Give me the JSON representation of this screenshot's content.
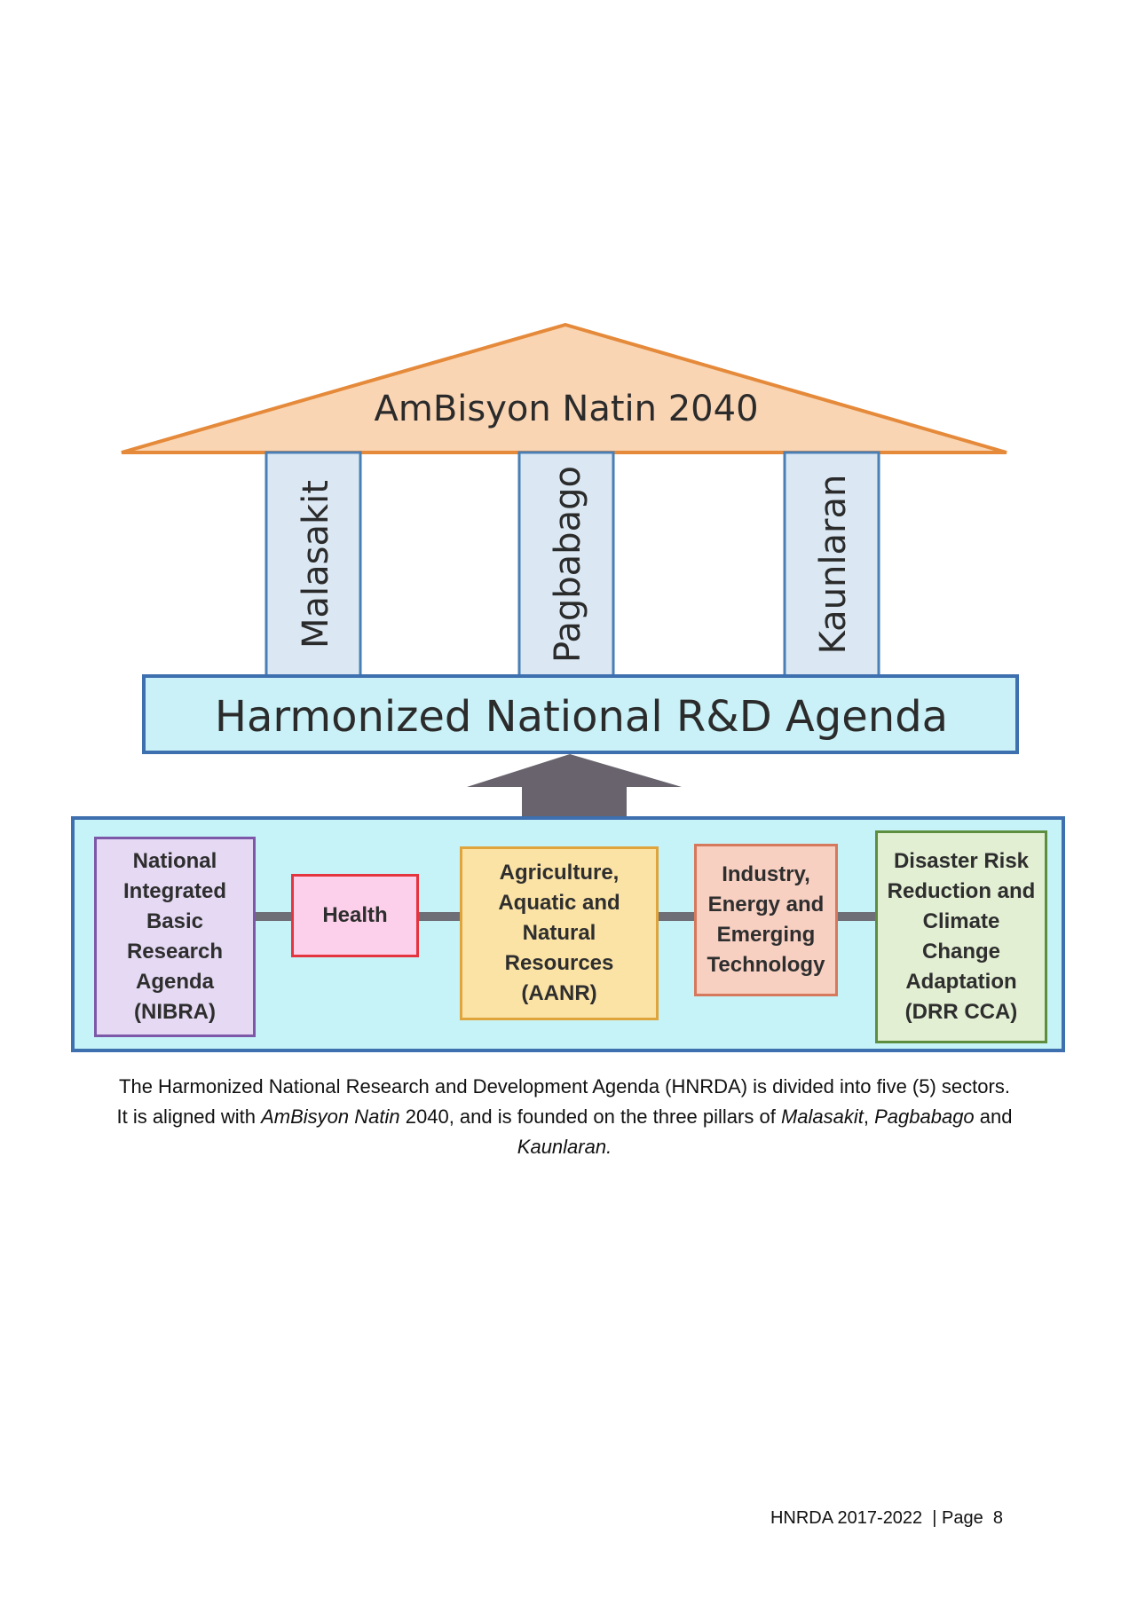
{
  "diagram": {
    "roof_title": "AmBisyon Natin 2040",
    "pillars": [
      {
        "label": "Malasakit"
      },
      {
        "label": "Pagbabago"
      },
      {
        "label": "Kaunlaran"
      }
    ],
    "agenda_title": "Harmonized National R&D Agenda",
    "sectors": [
      {
        "label": "National\nIntegrated\nBasic\nResearch\nAgenda\n(NIBRA)"
      },
      {
        "label": "Health"
      },
      {
        "label": "Agriculture,\nAquatic and\nNatural\nResources\n(AANR)"
      },
      {
        "label": "Industry,\nEnergy and\nEmerging\nTechnology"
      },
      {
        "label": "Disaster Risk\nReduction and\nClimate\nChange\nAdaptation\n(DRR CCA)"
      }
    ],
    "colors": {
      "roof_fill": "#f9d5b4",
      "roof_stroke": "#e58a3a",
      "pillar_fill": "#dbe8f3",
      "pillar_stroke": "#4a7fb5",
      "agenda_fill": "#c9f1f7",
      "agenda_stroke": "#3e6fae",
      "arrow": "#68636d",
      "sectors_panel_fill": "#c6f3f8",
      "sectors_panel_stroke": "#3e6fae"
    }
  },
  "caption": {
    "part1": "The Harmonized National Research and Development Agenda (HNRDA) is divided into five (5) sectors. It is aligned with ",
    "italic1": "AmBisyon Natin",
    "part2": " 2040, and is founded on the three pillars of ",
    "italic2": "Malasakit",
    "part3": ", ",
    "italic3": "Pagbabago",
    "part4": " and ",
    "italic4": "Kaunlaran."
  },
  "footer": {
    "text": "HNRDA 2017-2022  | Page  8"
  }
}
